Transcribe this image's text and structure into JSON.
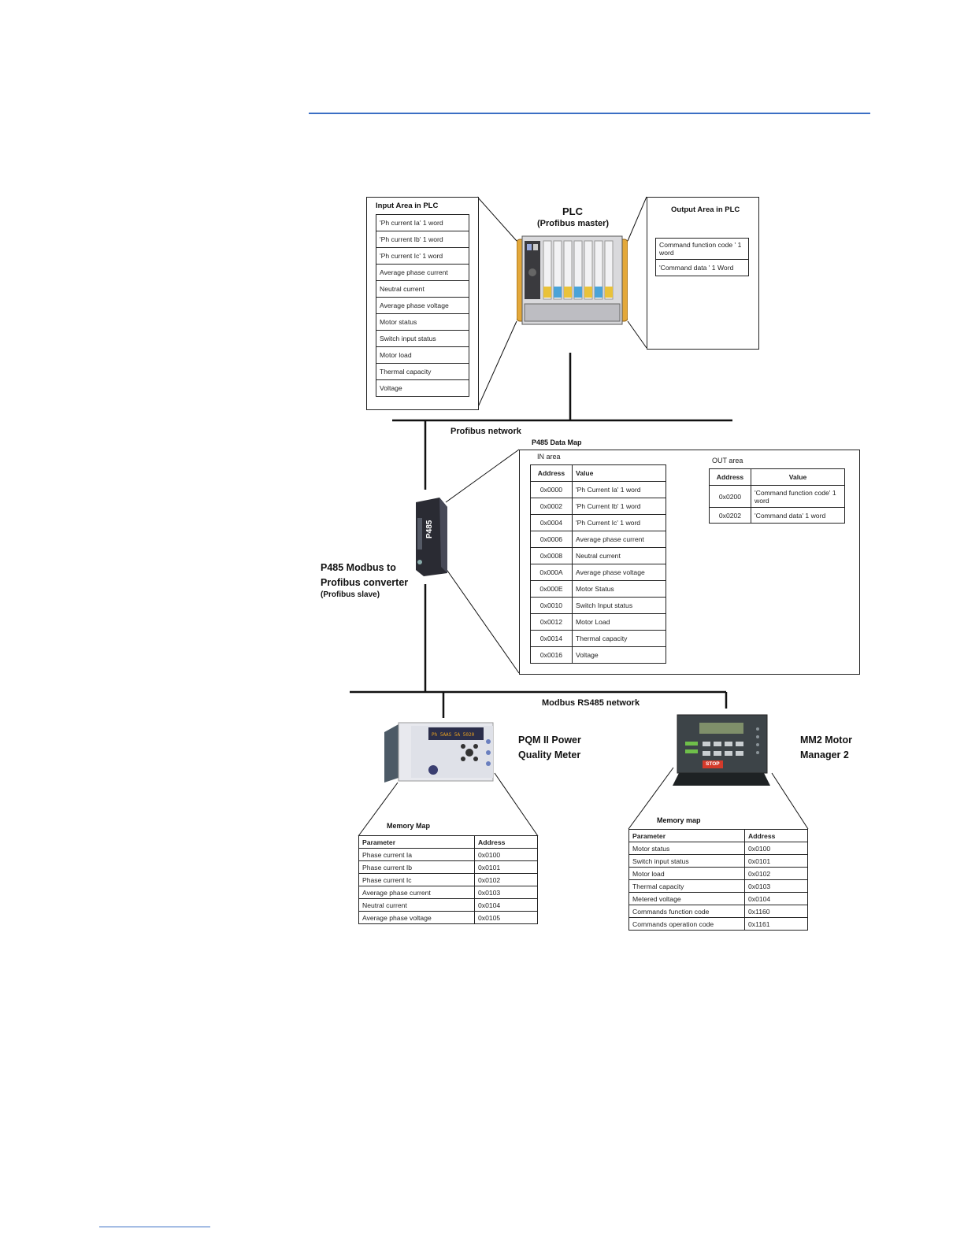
{
  "plc": {
    "title": "PLC",
    "subtitle": "(Profibus master)",
    "input_area": {
      "title": "Input Area in PLC",
      "items": [
        "'Ph current Ia' 1 word",
        "'Ph current Ib' 1 word",
        "'Ph current Ic' 1 word",
        "Average phase current",
        "Neutral current",
        "Average phase voltage",
        "Motor status",
        "Switch input status",
        "Motor load",
        "Thermal capacity",
        "Voltage"
      ]
    },
    "output_area": {
      "title": "Output Area in PLC",
      "items": [
        "Command  function code ' 1 word",
        "'Command  data ' 1 Word"
      ]
    }
  },
  "profibus_network": "Profibus network",
  "p485": {
    "name_line1": "P485 Modbus to",
    "name_line2": "Profibus converter",
    "role": "(Profibus slave)",
    "device_text": "P485",
    "data_map": {
      "title": "P485 Data Map",
      "in_area": {
        "title": "IN area",
        "headers": [
          "Address",
          "Value"
        ],
        "rows": [
          [
            "0x0000",
            "'Ph Current Ia' 1 word"
          ],
          [
            "0x0002",
            "'Ph Current Ib' 1 word"
          ],
          [
            "0x0004",
            "'Ph Current Ic' 1 word"
          ],
          [
            "0x0006",
            "Average phase current"
          ],
          [
            "0x0008",
            "Neutral current"
          ],
          [
            "0x000A",
            "Average phase voltage"
          ],
          [
            "0x000E",
            "Motor Status"
          ],
          [
            "0x0010",
            "Switch Input status"
          ],
          [
            "0x0012",
            "Motor Load"
          ],
          [
            "0x0014",
            "Thermal capacity"
          ],
          [
            "0x0016",
            "Voltage"
          ]
        ]
      },
      "out_area": {
        "title": "OUT area",
        "headers": [
          "Address",
          "Value"
        ],
        "rows": [
          [
            "0x0200",
            "'Command  function code' 1 word"
          ],
          [
            "0x0202",
            "'Command data' 1 word"
          ]
        ]
      }
    }
  },
  "modbus_network": "Modbus RS485 network",
  "pqm": {
    "name_line1": "PQM II Power",
    "name_line2": "Quality Meter",
    "memory_map": {
      "title": "Memory Map",
      "headers": [
        "Parameter",
        "Address"
      ],
      "rows": [
        [
          "Phase current Ia",
          "0x0100"
        ],
        [
          "Phase current Ib",
          "0x0101"
        ],
        [
          "Phase current Ic",
          "0x0102"
        ],
        [
          "Average phase current",
          "0x0103"
        ],
        [
          "Neutral current",
          "0x0104"
        ],
        [
          "Average phase voltage",
          "0x0105"
        ]
      ]
    }
  },
  "mm2": {
    "name_line1": "MM2 Motor",
    "name_line2": "Manager 2",
    "stop_label": "STOP",
    "memory_map": {
      "title": "Memory map",
      "headers": [
        "Parameter",
        "Address"
      ],
      "rows": [
        [
          "Motor status",
          "0x0100"
        ],
        [
          "Switch input status",
          "0x0101"
        ],
        [
          "Motor load",
          "0x0102"
        ],
        [
          "Thermal capacity",
          "0x0103"
        ],
        [
          "Metered voltage",
          "0x0104"
        ],
        [
          "Commands function code",
          "0x1160"
        ],
        [
          "Commands operation code",
          "0x1161"
        ]
      ]
    }
  },
  "colors": {
    "rule": "#3b6fc4",
    "plc_frame": "#e3a83a",
    "stop": "#d43a2a"
  }
}
